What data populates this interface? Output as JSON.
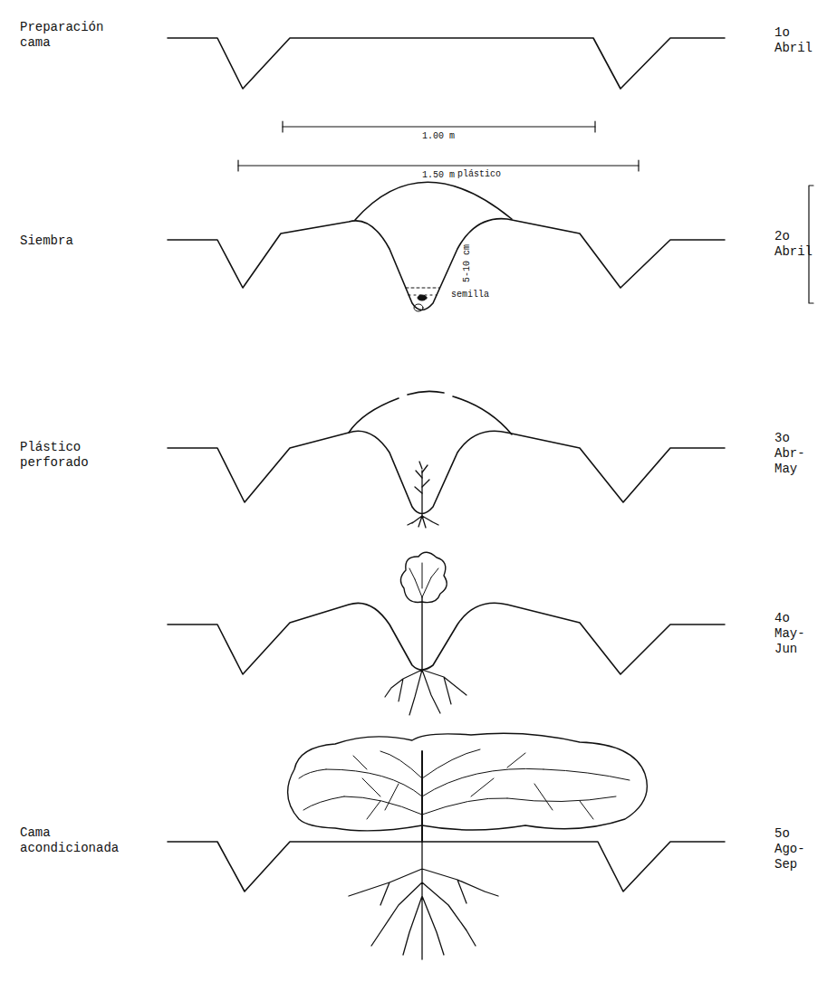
{
  "diagram": {
    "labels": [
      "Preparación cama",
      "1o Abril",
      "1.00 m",
      "1.50 m",
      "plástico",
      "Siembra",
      "2o Abril",
      "semilla",
      "5-10 cm",
      "Plástico perforado",
      "3o Abr-May",
      "4o May-Jun",
      "Cama acondicionada",
      "5o Ago-Sep"
    ]
  }
}
